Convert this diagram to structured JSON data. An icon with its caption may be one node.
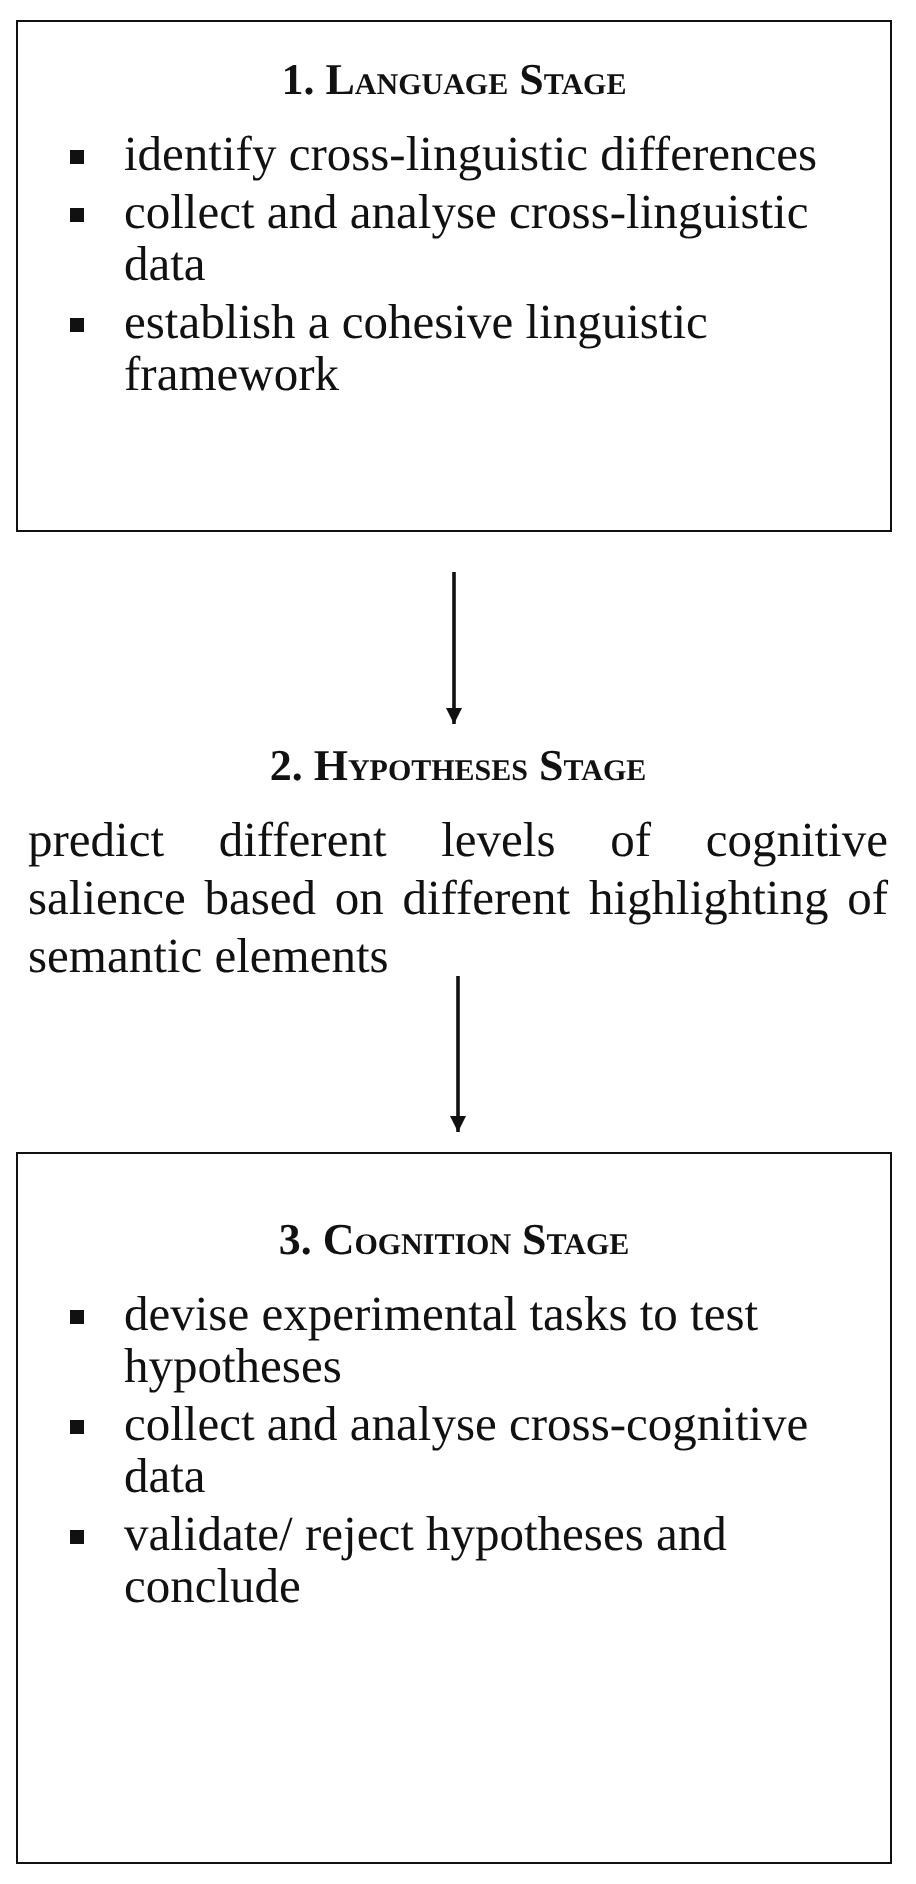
{
  "diagram": {
    "nodes": [
      {
        "text": [
          "1. Language Stage",
          "identify cross-linguistic differences",
          "collect and analyse cross-linguistic data",
          "establish a cohesive linguistic framework"
        ]
      },
      {
        "text": [
          "2. Hypotheses Stage",
          "predict different levels of cognitive salience based on different highlighting of semantic elements"
        ]
      },
      {
        "text": [
          "3. Cognition Stage",
          "devise experimental tasks to test hypotheses",
          "collect and analyse cross-cognitive data",
          "validate/ reject hypotheses and conclude"
        ]
      }
    ],
    "edges": [
      {
        "from": 0,
        "to": 1,
        "arrow": "to"
      },
      {
        "from": 1,
        "to": 2,
        "arrow": "to"
      }
    ]
  }
}
